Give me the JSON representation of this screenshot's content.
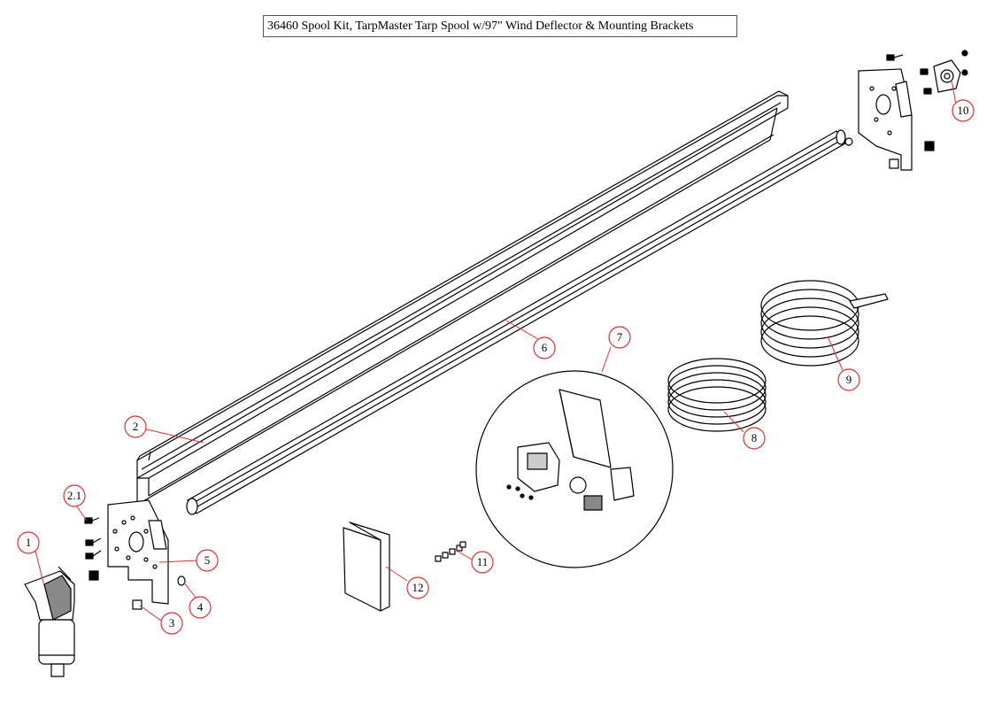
{
  "title": "36460 Spool Kit, TarpMaster Tarp Spool w/97\" Wind Deflector & Mounting Brackets",
  "accent_color": "#e03030",
  "callouts": {
    "c1": "1",
    "c2": "2",
    "c2_1": "2.1",
    "c3": "3",
    "c4": "4",
    "c5": "5",
    "c6": "6",
    "c7": "7",
    "c8": "8",
    "c9": "9",
    "c10": "10",
    "c11": "11",
    "c12": "12"
  }
}
